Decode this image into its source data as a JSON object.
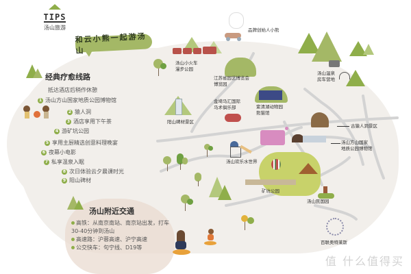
{
  "tips": {
    "label": "TIPS",
    "subtitle": "汤山旅游"
  },
  "banner": {
    "title": "和云小熊一起游汤山"
  },
  "bear_caption": "品牌创始人小熊",
  "route": {
    "heading": "经典疗愈线路",
    "intro": "抵达酒店后稍作休憩",
    "items": [
      {
        "num": "1",
        "text": "汤山方山国家地质公园博物馆"
      },
      {
        "num": "2",
        "text": "猿人洞"
      },
      {
        "num": "3",
        "text": "酒店享用下午茶"
      },
      {
        "num": "4",
        "text": "游矿坑公园"
      },
      {
        "num": "5",
        "text": "享用主厨精选创意料理晚宴"
      },
      {
        "num": "6",
        "text": "夜幕小电影"
      },
      {
        "num": "7",
        "text": "私享温泉入眠"
      },
      {
        "num": "8",
        "text": "次日体验云夕晨课时光"
      },
      {
        "num": "9",
        "text": "阳山碑材"
      }
    ]
  },
  "transport": {
    "heading": "汤山附近交通",
    "items": [
      {
        "text": "高铁：从南京南站、南京站出发，打车30-40分钟到汤山"
      },
      {
        "text": "高速路：沪蓉高速、沪宁高速"
      },
      {
        "text": "公交快车：句宁线、D19等"
      }
    ]
  },
  "places": {
    "train_park": "汤山小火车\n漫步公园",
    "museum_garden": "江苏省园艺博览会\n博览园",
    "rv_camp": "汤山温泉\n房车营地",
    "equestrian": "金埼马汇国际\n马术俱乐部",
    "zoo": "紫清湖动物园\n熊猫馆",
    "yangshan": "阳山碑材景区",
    "ape_cave": "古猿人洞景区",
    "geo_museum": "汤山方山国家\n地质公园博物馆",
    "happy_world": "汤山欢乐水世界",
    "mine_park": "矿坑公园",
    "folk_park": "汤山民国园",
    "amusement": "百联奥特莱斯"
  },
  "colors": {
    "map_bg": "#f2efeb",
    "green": "#8fae4a",
    "light_green": "#a4b866",
    "road": "#d3d3d3",
    "transport_bg": "#eadbd0",
    "pink_sign": "#d88cc0"
  },
  "watermark": "值 什么值得买"
}
